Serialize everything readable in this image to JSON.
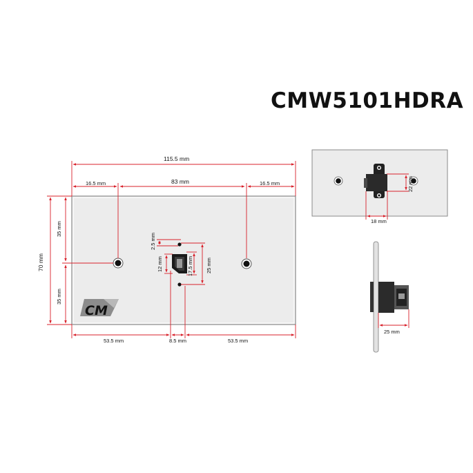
{
  "title": "CMW5101HDRA",
  "dimensions": {
    "overall_width": "115.5 mm",
    "left_edge_to_screw": "16.5 mm",
    "screw_spacing": "83 mm",
    "right_edge_to_screw": "16.5 mm",
    "overall_height": "70 mm",
    "upper_half": "35 mm",
    "lower_half": "35 mm",
    "bottom_left": "53.5 mm",
    "bottom_center": "8.5 mm",
    "bottom_right": "53.5 mm",
    "hole_offset": "2.5 mm",
    "port_height": "12 mm",
    "cutout_height": "17.5 mm",
    "hole_spacing": "25 mm",
    "rear_height": "22 mm",
    "rear_width": "18 mm",
    "side_depth": "25 mm"
  },
  "logo": {
    "text": "CM"
  },
  "colors": {
    "dimension": "#d8202a",
    "plate": "#ededed",
    "title": "#111111"
  }
}
